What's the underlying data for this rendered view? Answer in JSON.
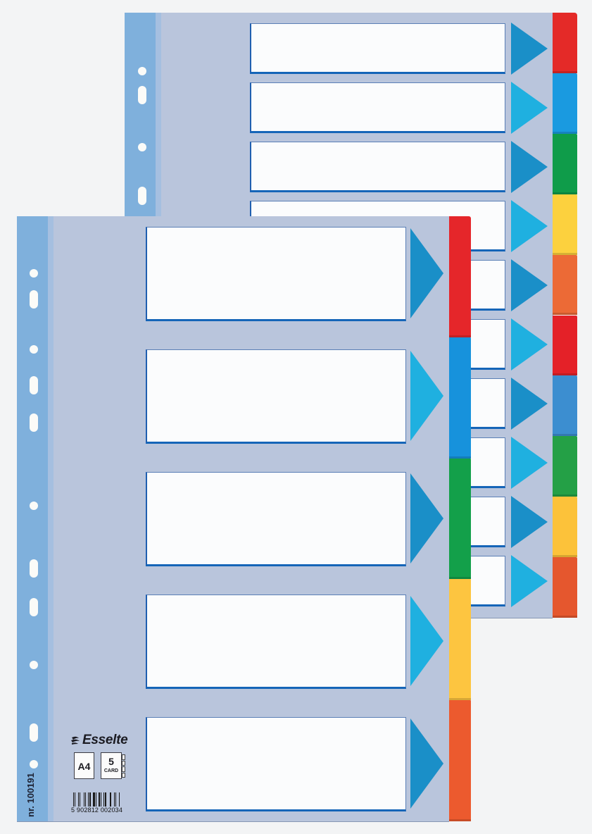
{
  "product": {
    "brand": "Esselte",
    "format": "A4",
    "tab_count": "5",
    "material": "CARD",
    "article_number": "nr. 100191",
    "barcode_number": "5 902812 002034"
  },
  "colors": {
    "sheet": "#b9c5dc",
    "binding_strip": "#7fb0dc",
    "label_border": "#1565b8",
    "arrow_dark": "#1a8fc8",
    "arrow_light": "#1fb0e0",
    "background": "#f3f4f5"
  },
  "back_divider": {
    "tabs": [
      {
        "name": "red",
        "color": "#e42a28"
      },
      {
        "name": "blue",
        "color": "#1a9ae0"
      },
      {
        "name": "green",
        "color": "#0f9c4a"
      },
      {
        "name": "yellow",
        "color": "#fcd13e"
      },
      {
        "name": "orange",
        "color": "#ec6a36"
      },
      {
        "name": "red",
        "color": "#e42128"
      },
      {
        "name": "steel-blue",
        "color": "#3c8ed0"
      },
      {
        "name": "green",
        "color": "#24a046"
      },
      {
        "name": "yellow",
        "color": "#fcc23a"
      },
      {
        "name": "orange",
        "color": "#e5572e"
      }
    ]
  },
  "front_divider": {
    "tabs": [
      {
        "name": "red",
        "color": "#e5262a"
      },
      {
        "name": "blue",
        "color": "#1792dc"
      },
      {
        "name": "green",
        "color": "#13a04a"
      },
      {
        "name": "yellow",
        "color": "#fdc540"
      },
      {
        "name": "orange",
        "color": "#ec5a2e"
      }
    ]
  }
}
